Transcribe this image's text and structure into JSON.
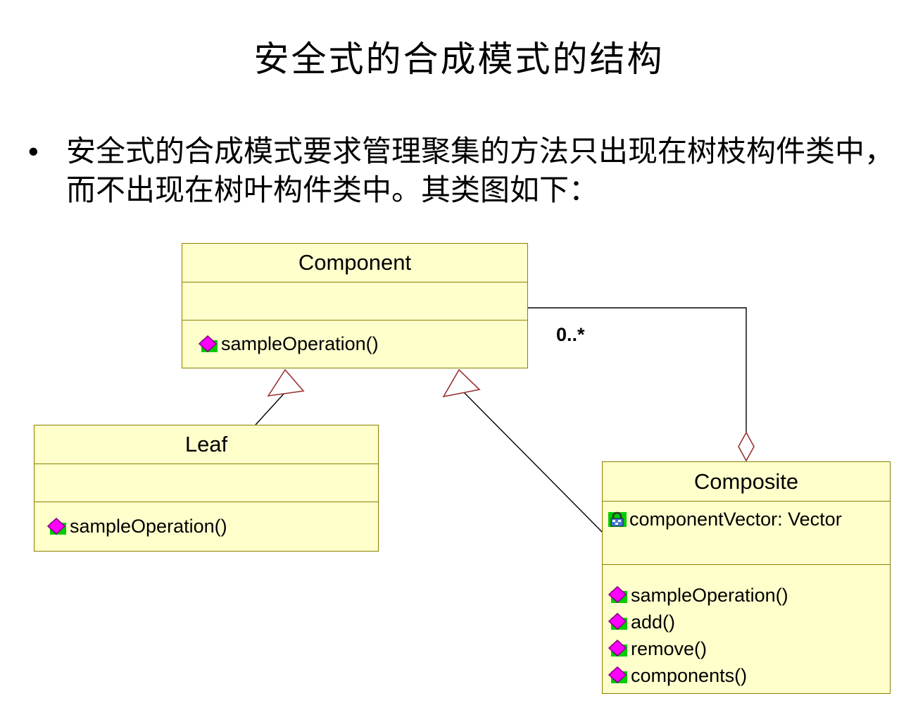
{
  "slide": {
    "title": "安全式的合成模式的结构",
    "bullet_marker": "•",
    "bullet": "安全式的合成模式要求管理聚集的方法只出现在树枝构件类中，而不出现在树叶构件类中。其类图如下："
  },
  "diagram": {
    "multiplicity": "0..*",
    "classes": {
      "component": {
        "name": "Component",
        "attributes": [],
        "operations": [
          "sampleOperation()"
        ]
      },
      "leaf": {
        "name": "Leaf",
        "attributes": [],
        "operations": [
          "sampleOperation()"
        ]
      },
      "composite": {
        "name": "Composite",
        "attributes": [
          "componentVector: Vector"
        ],
        "operations": [
          "sampleOperation()",
          "add()",
          "remove()",
          "components()"
        ]
      }
    },
    "relations": {
      "leaf_to_component": "generalization",
      "composite_to_component": "generalization",
      "component_to_composite": "aggregation"
    }
  },
  "colors": {
    "class_fill": "#ffffcc",
    "class_border": "#8b8000",
    "connector_line": "#000000",
    "uml_shape_stroke": "#993333",
    "operation_icon_green": "#00cc00",
    "operation_icon_magenta": "#ff00ff",
    "attribute_lock_blue": "#4477dd"
  }
}
